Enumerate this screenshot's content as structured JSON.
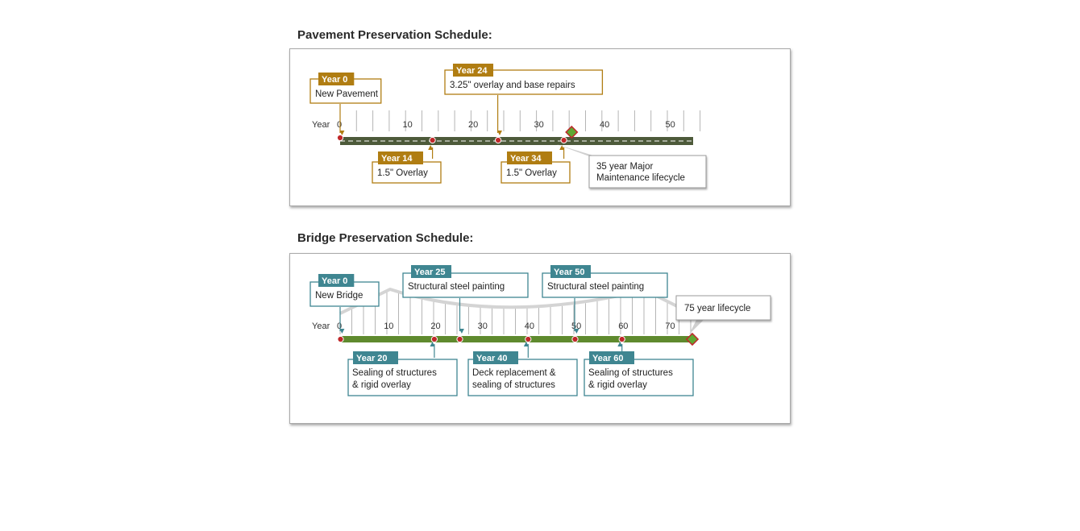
{
  "pavement": {
    "title": "Pavement Preservation Schedule:",
    "year_label": "Year",
    "accent": "#b07d12",
    "road_color": "#4d5a3a",
    "ticks": [
      "0",
      "10",
      "20",
      "30",
      "40",
      "50"
    ],
    "events_top": [
      {
        "year": 0,
        "tag": "Year 0",
        "text": "New Pavement"
      },
      {
        "year": 24,
        "tag": "Year 24",
        "text": "3.25\" overlay and base repairs"
      }
    ],
    "events_bottom": [
      {
        "year": 14,
        "tag": "Year 14",
        "text": "1.5\" Overlay"
      },
      {
        "year": 34,
        "tag": "Year 34",
        "text": "1.5\" Overlay"
      }
    ],
    "lifecycle": {
      "year": 35,
      "line1": "35 year Major",
      "line2": "Maintenance lifecycle"
    }
  },
  "bridge": {
    "title": "Bridge Preservation Schedule:",
    "year_label": "Year",
    "accent": "#3f8691",
    "road_color": "#5f8a2e",
    "ticks": [
      "0",
      "10",
      "20",
      "30",
      "40",
      "50",
      "60",
      "70"
    ],
    "events_top": [
      {
        "year": 0,
        "tag": "Year 0",
        "text": "New Bridge"
      },
      {
        "year": 25,
        "tag": "Year 25",
        "text": "Structural steel painting"
      },
      {
        "year": 50,
        "tag": "Year 50",
        "text": "Structural steel painting"
      }
    ],
    "events_bottom": [
      {
        "year": 20,
        "tag": "Year 20",
        "line1": "Sealing of structures",
        "line2": " & rigid overlay"
      },
      {
        "year": 40,
        "tag": "Year 40",
        "line1": "Deck replacement &",
        "line2": "sealing of structures"
      },
      {
        "year": 60,
        "tag": "Year 60",
        "line1": "Sealing of structures",
        "line2": " & rigid overlay"
      }
    ],
    "lifecycle": {
      "year": 75,
      "text": "75 year lifecycle"
    }
  },
  "colors": {
    "marker_red": "#c0282a",
    "diamond_green": "#5fa832",
    "tick_gray": "#b5b5b5"
  }
}
